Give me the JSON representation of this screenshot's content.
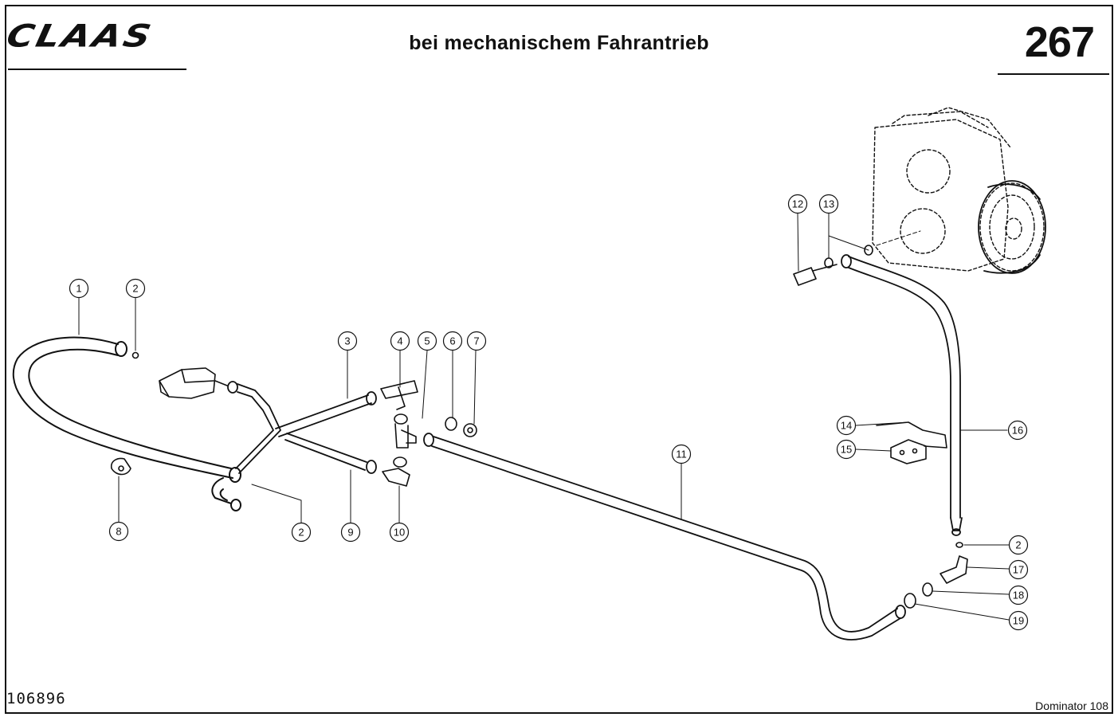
{
  "header": {
    "brand": "CLAAS",
    "title": "bei mechanischem Fahrantrieb",
    "page_number": "267"
  },
  "footer": {
    "drawing_id": "106896",
    "model": "Dominator 108"
  },
  "callouts": [
    {
      "label": "1"
    },
    {
      "label": "2"
    },
    {
      "label": "3"
    },
    {
      "label": "4"
    },
    {
      "label": "5"
    },
    {
      "label": "6"
    },
    {
      "label": "7"
    },
    {
      "label": "8"
    },
    {
      "label": "2"
    },
    {
      "label": "9"
    },
    {
      "label": "10"
    },
    {
      "label": "11"
    },
    {
      "label": "12"
    },
    {
      "label": "13"
    },
    {
      "label": "14"
    },
    {
      "label": "15"
    },
    {
      "label": "16"
    },
    {
      "label": "2"
    },
    {
      "label": "17"
    },
    {
      "label": "18"
    },
    {
      "label": "19"
    }
  ],
  "colors": {
    "ink": "#111111",
    "paper": "#ffffff"
  }
}
